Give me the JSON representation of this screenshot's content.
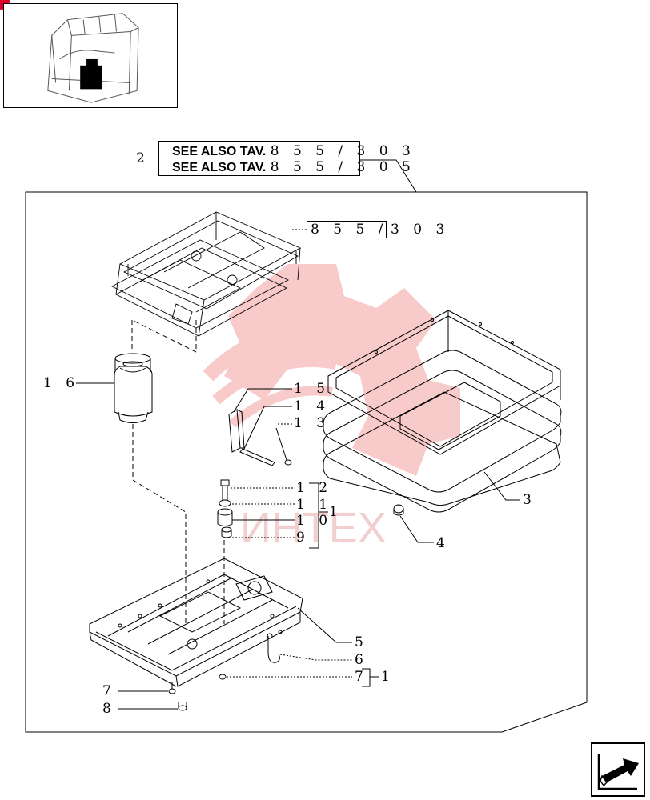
{
  "references": {
    "item": "2",
    "line1_prefix": "SEE ALSO TAV.",
    "line1_ref": "8 5 5 /   3    0 3",
    "line2_prefix": "SEE ALSO TAV.",
    "line2_ref": "8 5 5 /   3    0 5"
  },
  "sub_ref": {
    "box_text": "8 5 5 /",
    "suffix": "3    0 3"
  },
  "callouts": {
    "c16": "1 6",
    "c15": "1 5",
    "c14": "1 4",
    "c13": "1 3",
    "c12": "1 2",
    "c11": "1 1",
    "c10": "1 0",
    "c9": "9",
    "c1a": "1",
    "c3": "3",
    "c4": "4",
    "c5": "5",
    "c6": "6",
    "c7r": "7",
    "c1b": "1",
    "c7l": "7",
    "c8": "8"
  },
  "watermark": {
    "text": "ИНТЕХ",
    "color": "#f0b8b8"
  },
  "colors": {
    "line": "#000000",
    "accent_dot": "#e0002a",
    "watermark_gear": "#f3a0a0"
  },
  "icons": {
    "thumbnail": "tractor-cab-thumbnail",
    "nav": "next-page-arrow-icon"
  }
}
